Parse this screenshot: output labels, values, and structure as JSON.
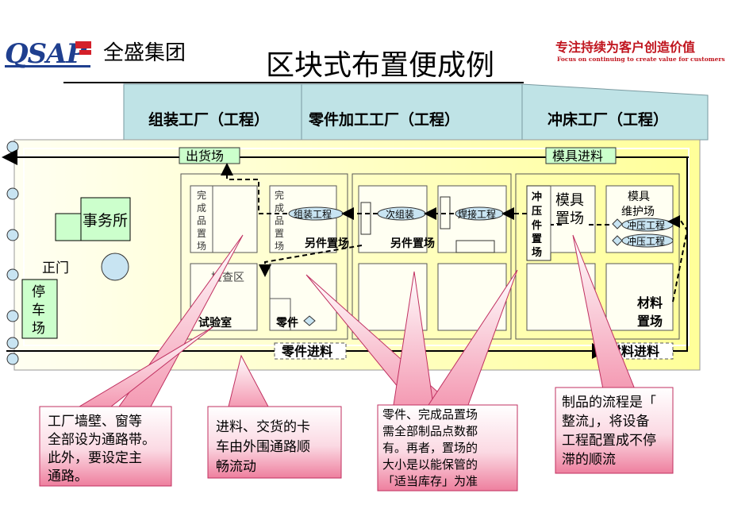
{
  "header": {
    "logo_text": "QSAP",
    "company": "全盛集团",
    "title": "区块式布置便成例",
    "slogan_cn": "专注持续为客户创造价值",
    "slogan_en": "Focus on continuing to create value for customers"
  },
  "factory_tabs": [
    "组装工厂（工程）",
    "零件加工工厂（工程）",
    "冲床工厂（工程）"
  ],
  "outer_areas": {
    "office": "事务所",
    "gate": "正门",
    "parking": [
      "停",
      "车",
      "场"
    ]
  },
  "top_labels": {
    "shipping": "出货场",
    "die_in": "模具进料"
  },
  "assembly": {
    "finished_1": [
      "完",
      "成",
      "品",
      "置",
      "场"
    ],
    "finished_2": [
      "完",
      "成",
      "品",
      "置",
      "场"
    ],
    "assembly_proc": "组装工程",
    "separate_store": "另件置场",
    "inspection": "检查区",
    "lab": "试验室",
    "parts": "零件"
  },
  "parts_factory": {
    "sub_assembly": "次组装",
    "welding": "焊接工程",
    "separate_store": "另件置场"
  },
  "press_factory": {
    "press_parts_store": [
      "冲",
      "压",
      "件",
      "置",
      "场"
    ],
    "die_store": [
      "模具",
      "置场"
    ],
    "die_maintenance": [
      "模具",
      "维护场"
    ],
    "press_proc_1": "冲压工程",
    "press_proc_2": "冲压工程",
    "material_store": [
      "材料",
      "置场"
    ]
  },
  "bottom_labels": {
    "parts_in": "零件进料",
    "material_in": "材料进料"
  },
  "callouts": [
    {
      "lines": [
        "工厂墙壁、窗等",
        "全部设为通路带。",
        "此外，要设定主",
        "通路。"
      ]
    },
    {
      "lines": [
        "进料、交货的卡",
        "车由外围通路顺",
        "畅流动"
      ]
    },
    {
      "lines": [
        "零件、完成品置场",
        "需全部制品点数都",
        "有。再者，置场的",
        "大小是以能保管的",
        "「适当库存」为准"
      ]
    },
    {
      "lines": [
        "制品的流程是「",
        "整流」，将设备",
        "工程配置成不停",
        "滞的顺流"
      ]
    }
  ],
  "colors": {
    "logo_blue": "#1f3f8f",
    "logo_red": "#d4202a",
    "slogan_red": "#c0151e",
    "tab_fill": "#bfe3e6",
    "floor_fill": "#ffffcc",
    "label_green": "#ccffcc",
    "oval_fill": "#c8e4f2",
    "callout_pink": "#f3a3b8"
  }
}
